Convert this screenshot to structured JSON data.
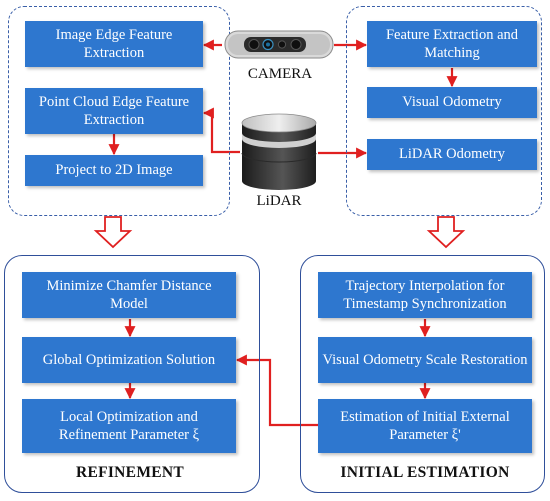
{
  "sensors": {
    "camera": "CAMERA",
    "lidar": "LiDAR"
  },
  "nodes": {
    "image_edge": "Image Edge Feature Extraction",
    "pointcloud_edge": "Point Cloud Edge Feature Extraction",
    "project_2d": "Project to 2D Image",
    "feature_matching": "Feature Extraction and Matching",
    "visual_odometry": "Visual Odometry",
    "lidar_odometry": "LiDAR Odometry",
    "chamfer": "Minimize Chamfer Distance Model",
    "global_opt": "Global Optimization Solution",
    "local_opt": "Local Optimization and Refinement Parameter ξ",
    "traj_interp": "Trajectory Interpolation for Timestamp Synchronization",
    "scale_restore": "Visual Odometry Scale Restoration",
    "initial_param": "Estimation of Initial External Parameter ξ'"
  },
  "panels": {
    "refinement": "REFINEMENT",
    "initial_estimation": "INITIAL ESTIMATION"
  },
  "colors": {
    "box_fill": "#2e77cf",
    "arrow": "#e02020",
    "panel_border": "#2f4f9a"
  }
}
